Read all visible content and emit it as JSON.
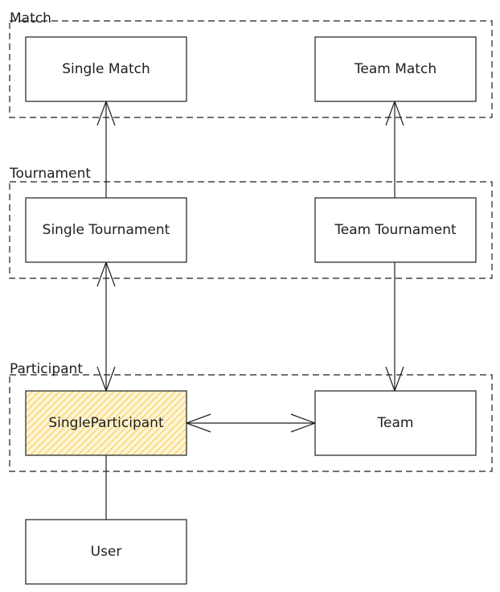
{
  "groups": {
    "match": {
      "label": "Match"
    },
    "tournament": {
      "label": "Tournament"
    },
    "participant": {
      "label": "Participant"
    }
  },
  "nodes": {
    "single_match": {
      "label": "Single Match"
    },
    "team_match": {
      "label": "Team Match"
    },
    "single_tournament": {
      "label": "Single Tournament"
    },
    "team_tournament": {
      "label": "Team Tournament"
    },
    "single_participant": {
      "label": "SingleParticipant",
      "fill_color": "#f5c842"
    },
    "team": {
      "label": "Team"
    },
    "user": {
      "label": "User"
    }
  },
  "colors": {
    "stroke": "#1e1e1e",
    "highlight_hatch": "#f5c842",
    "highlight_background": "#fff4d6"
  }
}
